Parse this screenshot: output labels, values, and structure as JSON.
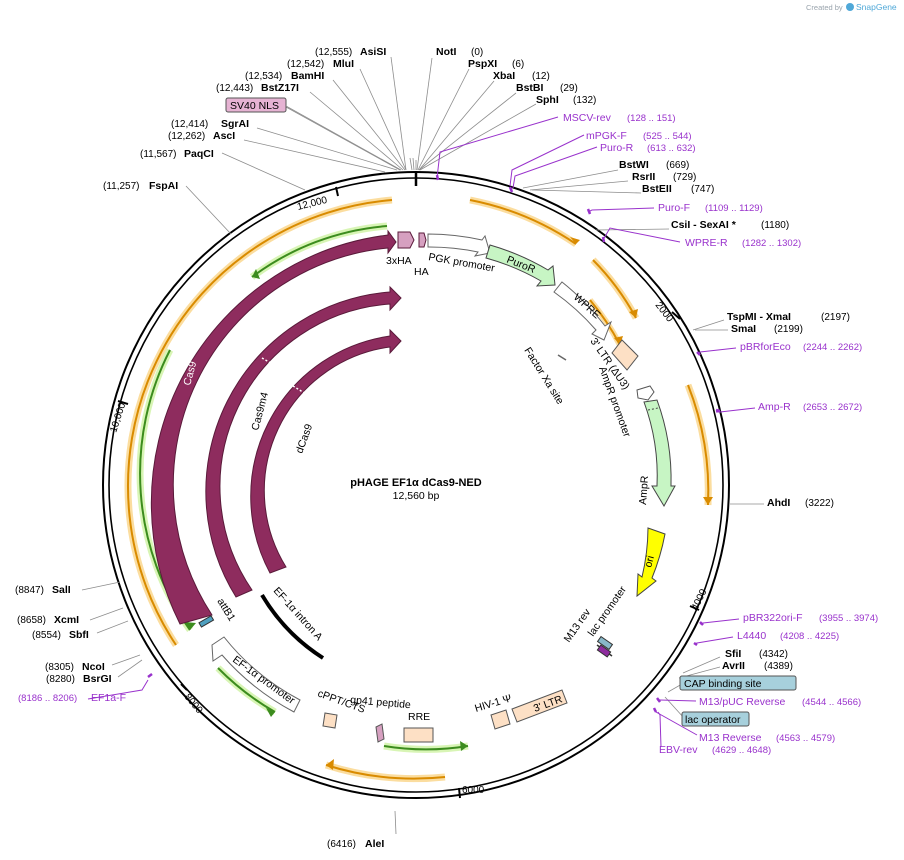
{
  "brand": "Created by SnapGene",
  "brand_short": "SnapGene",
  "brand_prefix": "Created by",
  "title": "pHAGE EF1α dCas9-NED",
  "size": "12,560 bp",
  "colors": {
    "cas9": "#8e2c5e",
    "puro": "#c7f5c4",
    "ampr": "#c7f5c4",
    "ori": "#ffff00",
    "ltr": "#fde0c5",
    "primer": "#9932cc",
    "orf_arrow": "#f3a633",
    "orf_green": "#6aa84f"
  },
  "enzymes": [
    {
      "name": "AsiSI",
      "pos": "(12,555)"
    },
    {
      "name": "MluI",
      "pos": "(12,542)"
    },
    {
      "name": "BamHI",
      "pos": "(12,534)"
    },
    {
      "name": "BstZ17I",
      "pos": "(12,443)"
    },
    {
      "name": "SgrAI",
      "pos": "(12,414)"
    },
    {
      "name": "AscI",
      "pos": "(12,262)"
    },
    {
      "name": "PaqCI",
      "pos": "(11,567)"
    },
    {
      "name": "FspAI",
      "pos": "(11,257)"
    },
    {
      "name": "NotI",
      "pos": "(0)"
    },
    {
      "name": "PspXI",
      "pos": "(6)"
    },
    {
      "name": "XbaI",
      "pos": "(12)"
    },
    {
      "name": "BstBI",
      "pos": "(29)"
    },
    {
      "name": "SphI",
      "pos": "(132)"
    },
    {
      "name": "BstWI",
      "pos": "(669)"
    },
    {
      "name": "RsrII",
      "pos": "(729)"
    },
    {
      "name": "BstEII",
      "pos": "(747)"
    },
    {
      "name": "CsiI  - SexAI *",
      "pos": "(1180)"
    },
    {
      "name": "TspMI  - XmaI",
      "pos": "(2197)"
    },
    {
      "name": "SmaI",
      "pos": "(2199)"
    },
    {
      "name": "AhdI",
      "pos": "(3222)"
    },
    {
      "name": "SfiI",
      "pos": "(4342)"
    },
    {
      "name": "AvrII",
      "pos": "(4389)"
    },
    {
      "name": "AleI",
      "pos": "(6416)"
    },
    {
      "name": "SalI",
      "pos": "(8847)"
    },
    {
      "name": "XcmI",
      "pos": "(8658)"
    },
    {
      "name": "SbfI",
      "pos": "(8554)"
    },
    {
      "name": "NcoI",
      "pos": "(8305)"
    },
    {
      "name": "BsrGI",
      "pos": "(8280)"
    }
  ],
  "primers": [
    {
      "name": "MSCV-rev",
      "range": "(128 .. 151)"
    },
    {
      "name": "mPGK-F",
      "range": "(525 .. 544)"
    },
    {
      "name": "Puro-R",
      "range": "(613 .. 632)"
    },
    {
      "name": "Puro-F",
      "range": "(1109 .. 1129)"
    },
    {
      "name": "WPRE-R",
      "range": "(1282 .. 1302)"
    },
    {
      "name": "pBRforEco",
      "range": "(2244 .. 2262)"
    },
    {
      "name": "Amp-R",
      "range": "(2653 .. 2672)"
    },
    {
      "name": "pBR322ori-F",
      "range": "(3955 .. 3974)"
    },
    {
      "name": "L4440",
      "range": "(4208 .. 4225)"
    },
    {
      "name": "M13/pUC Reverse",
      "range": "(4544 .. 4566)"
    },
    {
      "name": "M13 Reverse",
      "range": "(4563 .. 4579)"
    },
    {
      "name": "EBV-rev",
      "range": "(4629 .. 4648)"
    },
    {
      "name": "EF1a-F",
      "range": "(8186 .. 8206)"
    }
  ],
  "boxed": {
    "sv40": "SV40 NLS",
    "cap": "CAP binding site",
    "lac": "lac operator"
  },
  "features": {
    "hax3": "3xHA",
    "ha": "HA",
    "pgk": "PGK promoter",
    "puror": "PuroR",
    "wpre": "WPRE",
    "ltr3_dU3": "3' LTR (ΔU3)",
    "factor_xa": "Factor Xa site",
    "ampr_promoter": "AmpR promoter",
    "ampr": "AmpR",
    "ori": "ori",
    "m13rev": "M13 rev",
    "lac_promoter": "lac promoter",
    "ltr3": "3' LTR",
    "hiv1": "HIV-1 Ψ",
    "rre": "RRE",
    "gp41": "gp41 peptide",
    "cppt": "cPPT/CTS",
    "ef1a_promoter": "EF-1α promoter",
    "attb1": "attB1",
    "ef1a_intron": "EF-1α intron A",
    "cas9": "Cas9",
    "cas9m4": "Cas9m4",
    "dcas9": "dCas9"
  },
  "ticks": [
    "2000",
    "4000",
    "6000",
    "8000",
    "10,000",
    "12,000"
  ]
}
